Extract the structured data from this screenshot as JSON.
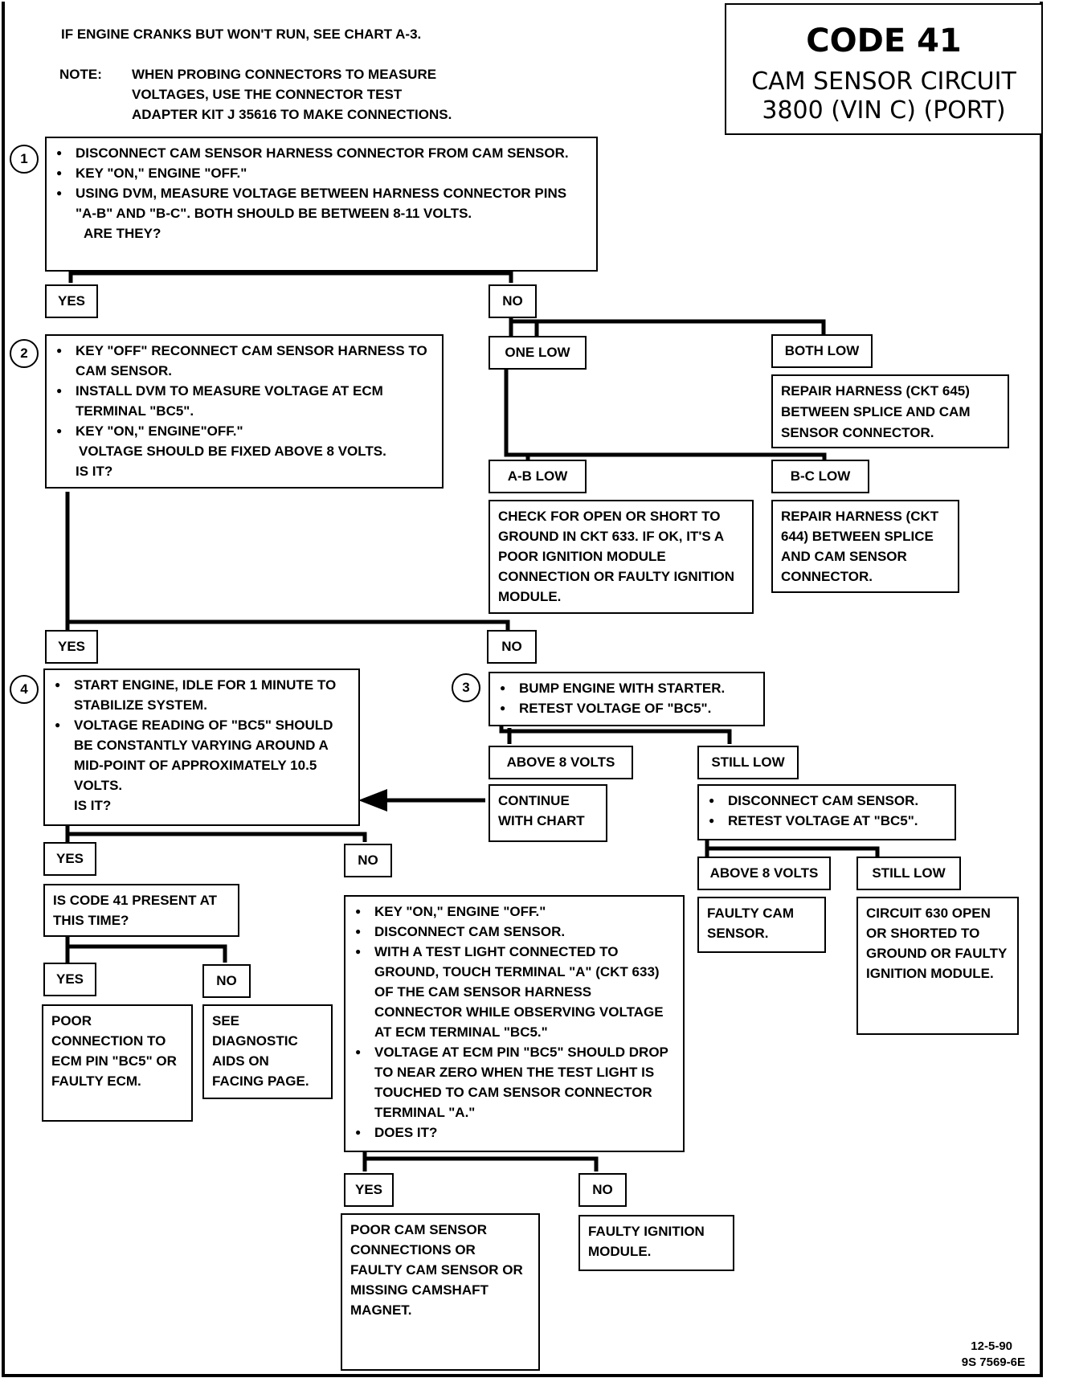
{
  "header": {
    "crank_note": "IF ENGINE CRANKS BUT WON'T RUN, SEE CHART A-3.",
    "note_label": "NOTE:",
    "note_lines": [
      "WHEN PROBING CONNECTORS TO MEASURE",
      "VOLTAGES, USE THE CONNECTOR TEST",
      "ADAPTER KIT J 35616 TO MAKE CONNECTIONS."
    ]
  },
  "title": {
    "code": "CODE 41",
    "line1": "CAM SENSOR CIRCUIT",
    "line2": "3800  (VIN C)  (PORT)"
  },
  "steps": {
    "s1": "1",
    "s2": "2",
    "s3": "3",
    "s4": "4"
  },
  "box1": {
    "b1": "DISCONNECT CAM SENSOR HARNESS CONNECTOR FROM CAM SENSOR.",
    "b2": "KEY \"ON,\" ENGINE \"OFF.\"",
    "b3": "USING DVM, MEASURE VOLTAGE BETWEEN HARNESS CONNECTOR PINS \"A-B\" AND \"B-C\".  BOTH SHOULD BE BETWEEN 8-11 VOLTS.",
    "q": "ARE THEY?"
  },
  "box2": {
    "b1": "KEY \"OFF\" RECONNECT CAM SENSOR HARNESS TO CAM SENSOR.",
    "b2": "INSTALL DVM TO MEASURE VOLTAGE AT ECM TERMINAL \"BC5\".",
    "b3": "KEY \"ON,\" ENGINE\"OFF.\"",
    "t1": "VOLTAGE SHOULD BE FIXED ABOVE 8 VOLTS.",
    "q": "IS IT?"
  },
  "labels": {
    "yes1": "YES",
    "no1": "NO",
    "one_low": "ONE LOW",
    "both_low": "BOTH LOW",
    "ab_low": "A-B LOW",
    "bc_low": "B-C  LOW",
    "yes2": "YES",
    "no2": "NO",
    "above8_a": "ABOVE  8 VOLTS",
    "still_low_a": "STILL LOW",
    "above8_b": "ABOVE  8 VOLTS",
    "still_low_b": "STILL LOW",
    "yes4": "YES",
    "no4": "NO",
    "yes5": "YES",
    "no5": "NO",
    "yes6": "YES",
    "no6": "NO"
  },
  "repair_645": "REPAIR HARNESS (CKT 645) BETWEEN SPLICE AND CAM SENSOR CONNECTOR.",
  "check_633": "CHECK FOR OPEN OR SHORT TO GROUND IN CKT 633.  IF OK, IT'S A POOR IGNITION MODULE CONNECTION OR FAULTY IGNITION MODULE.",
  "repair_644": "REPAIR HARNESS (CKT 644) BETWEEN SPLICE AND CAM SENSOR CONNECTOR.",
  "box3": {
    "b1": "BUMP ENGINE WITH STARTER.",
    "b2": "RETEST VOLTAGE OF \"BC5\"."
  },
  "box4": {
    "b1": "START ENGINE, IDLE FOR 1 MINUTE TO STABILIZE SYSTEM.",
    "b2": "VOLTAGE READING OF \"BC5\" SHOULD BE CONSTANTLY VARYING AROUND A MID-POINT OF APPROXIMATELY 10.5  VOLTS.",
    "q": "IS IT?"
  },
  "continue_chart": "CONTINUE WITH CHART",
  "disconnect_box": {
    "b1": "DISCONNECT CAM SENSOR.",
    "b2": "RETEST VOLTAGE AT \"BC5\"."
  },
  "faulty_cam": "FAULTY CAM SENSOR.",
  "circuit_630": "CIRCUIT 630  OPEN OR SHORTED TO GROUND OR FAULTY IGNITION MODULE.",
  "code41_present": "IS CODE 41 PRESENT AT THIS TIME?",
  "test_box": {
    "b1": "KEY \"ON,\" ENGINE \"OFF.\"",
    "b2": "DISCONNECT CAM SENSOR.",
    "b3": "WITH A TEST LIGHT CONNECTED TO GROUND, TOUCH TERMINAL \"A\" (CKT 633) OF THE CAM SENSOR HARNESS CONNECTOR WHILE OBSERVING VOLTAGE AT ECM TERMINAL \"BC5.\"",
    "b4": "VOLTAGE AT ECM PIN \"BC5\" SHOULD DROP TO NEAR ZERO WHEN THE TEST LIGHT IS TOUCHED TO CAM SENSOR CONNECTOR TERMINAL \"A.\"",
    "b5": "DOES IT?"
  },
  "poor_ecm": "POOR CONNECTION TO ECM PIN \"BC5\" OR FAULTY ECM.",
  "see_diag": "SEE DIAGNOSTIC AIDS ON FACING PAGE.",
  "poor_cam": "POOR CAM SENSOR CONNECTIONS OR FAULTY CAM SENSOR OR MISSING CAMSHAFT MAGNET.",
  "faulty_ign": "FAULTY IGNITION MODULE.",
  "footer": {
    "date": "12-5-90",
    "doc": "9S 7569-6E"
  }
}
